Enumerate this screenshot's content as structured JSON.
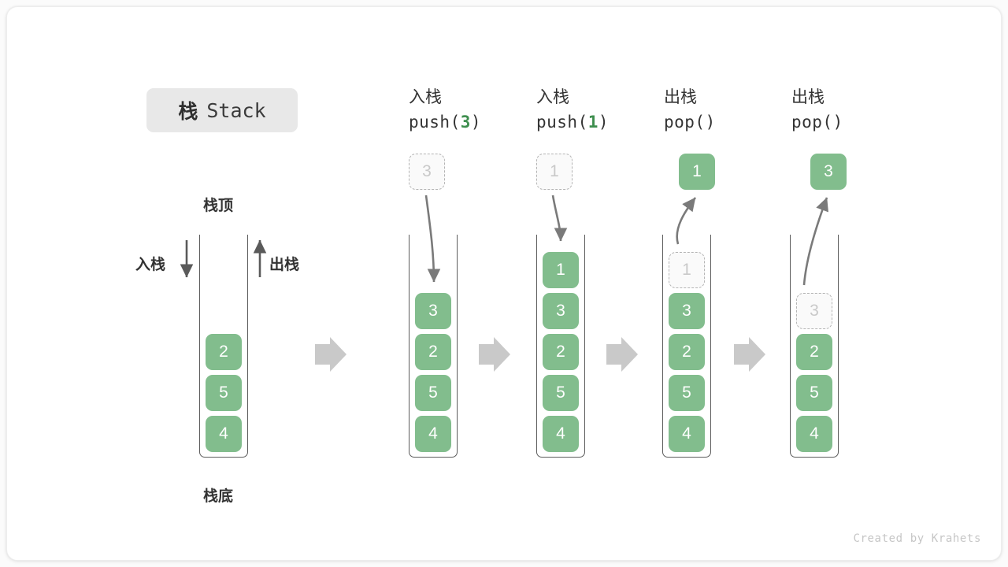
{
  "title": {
    "cn": "栈",
    "en": "Stack"
  },
  "labels": {
    "top": "栈顶",
    "bottom": "栈底",
    "push": "入栈",
    "pop": "出栈"
  },
  "colors": {
    "element": "#82bd8d",
    "element_text": "#ffffff",
    "ghost_border": "#b4b4b4",
    "ghost_text": "#c9c9c9",
    "arrow": "#7a7a7a",
    "block_arrow": "#c9c9c9",
    "container": "#5c5c5c",
    "badge_bg": "#e8e8e8",
    "accent_code": "#3f8f4f"
  },
  "columns": [
    {
      "id": "initial",
      "head_cn": "",
      "head_code_prefix": "",
      "head_code_arg": "",
      "head_code_suffix": "",
      "floating": null,
      "cells": [
        {
          "value": "2",
          "state": "filled"
        },
        {
          "value": "5",
          "state": "filled"
        },
        {
          "value": "4",
          "state": "filled"
        }
      ]
    },
    {
      "id": "push-3",
      "head_cn": "入栈",
      "head_code_prefix": "push(",
      "head_code_arg": "3",
      "head_code_suffix": ")",
      "floating": {
        "value": "3",
        "state": "ghost"
      },
      "cells": [
        {
          "value": "3",
          "state": "filled"
        },
        {
          "value": "2",
          "state": "filled"
        },
        {
          "value": "5",
          "state": "filled"
        },
        {
          "value": "4",
          "state": "filled"
        }
      ]
    },
    {
      "id": "push-1",
      "head_cn": "入栈",
      "head_code_prefix": "push(",
      "head_code_arg": "1",
      "head_code_suffix": ")",
      "floating": {
        "value": "1",
        "state": "ghost"
      },
      "cells": [
        {
          "value": "1",
          "state": "filled"
        },
        {
          "value": "3",
          "state": "filled"
        },
        {
          "value": "2",
          "state": "filled"
        },
        {
          "value": "5",
          "state": "filled"
        },
        {
          "value": "4",
          "state": "filled"
        }
      ]
    },
    {
      "id": "pop-1",
      "head_cn": "出栈",
      "head_code_prefix": "pop(",
      "head_code_arg": "",
      "head_code_suffix": ")",
      "floating": {
        "value": "1",
        "state": "filled"
      },
      "cells": [
        {
          "value": "1",
          "state": "ghost"
        },
        {
          "value": "3",
          "state": "filled"
        },
        {
          "value": "2",
          "state": "filled"
        },
        {
          "value": "5",
          "state": "filled"
        },
        {
          "value": "4",
          "state": "filled"
        }
      ]
    },
    {
      "id": "pop-2",
      "head_cn": "出栈",
      "head_code_prefix": "pop(",
      "head_code_arg": "",
      "head_code_suffix": ")",
      "floating": {
        "value": "3",
        "state": "filled"
      },
      "cells": [
        {
          "value": "3",
          "state": "ghost"
        },
        {
          "value": "2",
          "state": "filled"
        },
        {
          "value": "5",
          "state": "filled"
        },
        {
          "value": "4",
          "state": "filled"
        }
      ]
    }
  ],
  "footer": "Created by Krahets"
}
